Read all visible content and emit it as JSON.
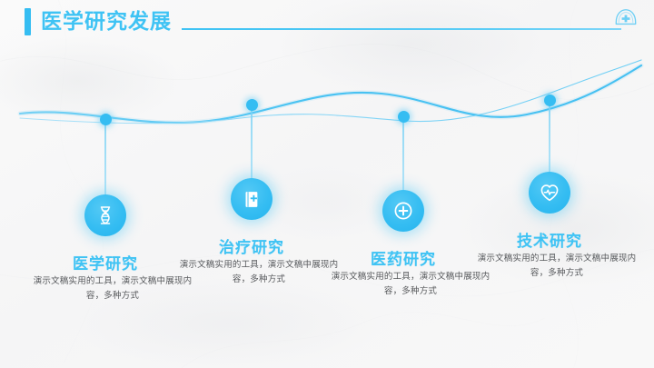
{
  "slide": {
    "background_color": "#f7f7f7",
    "accent_color": "#35bdf2",
    "title_color": "#3fc3f4",
    "body_color": "#56585b"
  },
  "header": {
    "title": "医学研究发展",
    "icon": "nurse-cap-icon"
  },
  "items": [
    {
      "icon": "dna-icon",
      "title": "医学研究",
      "body": "演示文稿实用的工具，演示文稿中展现内容，多种方式"
    },
    {
      "icon": "medical-book-icon",
      "title": "治疗研究",
      "body": "演示文稿实用的工具，演示文稿中展现内容，多种方式"
    },
    {
      "icon": "plus-circle-icon",
      "title": "医药研究",
      "body": "演示文稿实用的工具，演示文稿中展现内容，多种方式"
    },
    {
      "icon": "heart-pulse-icon",
      "title": "技术研究",
      "body": "演示文稿实用的工具，演示文稿中展现内容，多种方式"
    }
  ]
}
